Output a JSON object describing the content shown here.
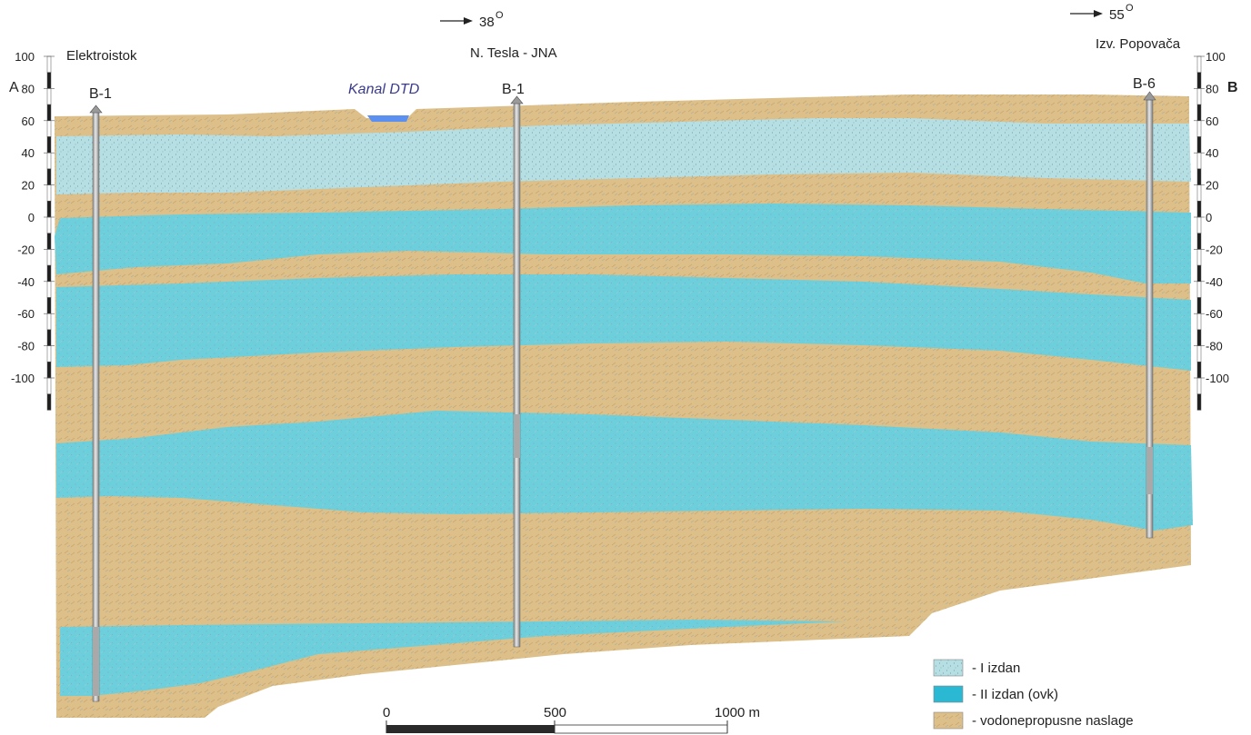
{
  "section": {
    "left_label": "A",
    "right_label": "B"
  },
  "axis": {
    "left_ticks": [
      "100",
      "80",
      "60",
      "40",
      "20",
      "0",
      "-20",
      "-40",
      "-60",
      "-80",
      "-100"
    ],
    "right_ticks": [
      "100",
      "80",
      "60",
      "40",
      "20",
      "0",
      "-20",
      "-40",
      "-60",
      "-80",
      "-100"
    ]
  },
  "locations": [
    {
      "name": "Elektroistok"
    },
    {
      "name": "N. Tesla - JNA",
      "direction": "38",
      "superscript": "O"
    },
    {
      "name": "Izv. Popovača",
      "direction": "55",
      "superscript": "O"
    }
  ],
  "canal": {
    "label": "Kanal DTD"
  },
  "boreholes": [
    {
      "label": "B-1"
    },
    {
      "label": "B-1"
    },
    {
      "label": "B-6"
    }
  ],
  "scale_bar": {
    "labels": [
      "0",
      "500",
      "1000 m"
    ]
  },
  "legend": {
    "items": [
      {
        "label": "- I izdan",
        "color": "#b9e3e6"
      },
      {
        "label": "- II izdan (ovk)",
        "color": "#2ab8d2"
      },
      {
        "label": "- vodonepropusne naslage",
        "color": "#dcc08a"
      }
    ]
  },
  "colors": {
    "clay": "#dcbf89",
    "aquifer1": "#b5dfe3",
    "aquifer2": "#6ccfdb",
    "water": "#5b8ff0",
    "canal_label": "#3a3a8c"
  }
}
